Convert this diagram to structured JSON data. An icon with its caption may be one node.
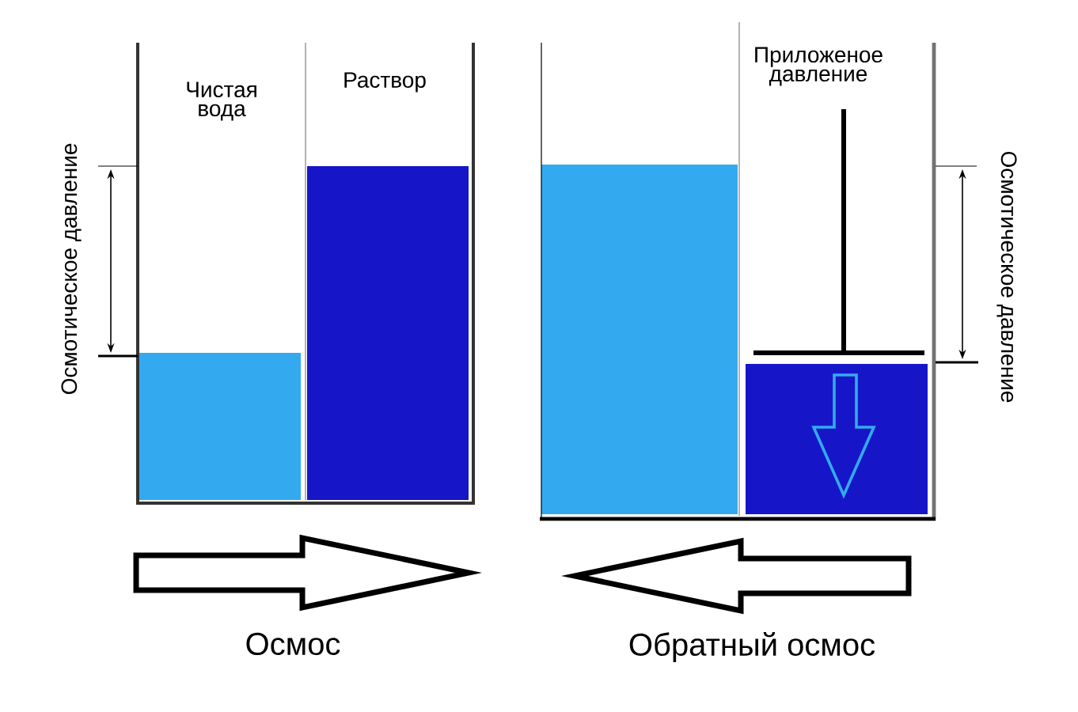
{
  "diagram": {
    "labels": [
      "Чистая вода",
      "Раствор",
      "Осмотическое давление",
      "Приложеное давление",
      "Осмотическое давление",
      "Осмос",
      "Обратный осмос"
    ]
  }
}
